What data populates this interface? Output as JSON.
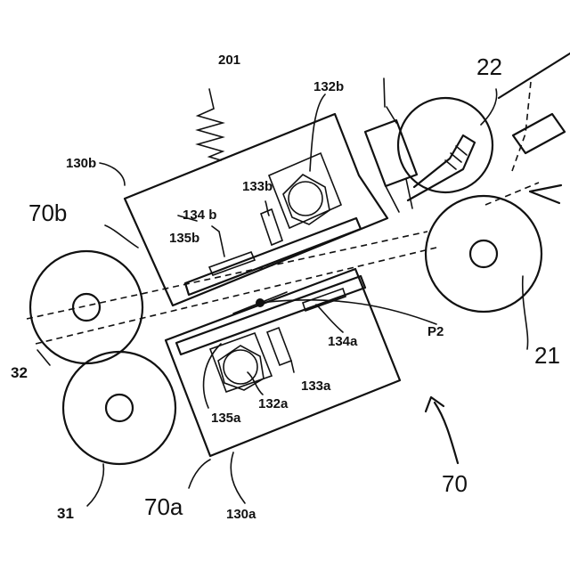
{
  "labels": {
    "l201": "201",
    "l22": "22",
    "l132b": "132b",
    "l130b": "130b",
    "l133b": "133b",
    "l70b": "70b",
    "l134b": "134 b",
    "l135b": "135b",
    "l32": "32",
    "lP2": "P2",
    "l134a": "134a",
    "l133a": "133a",
    "l21": "21",
    "l132a": "132a",
    "l135a": "135a",
    "l70": "70",
    "l31": "31",
    "l70a": "70a",
    "l130a": "130a"
  }
}
